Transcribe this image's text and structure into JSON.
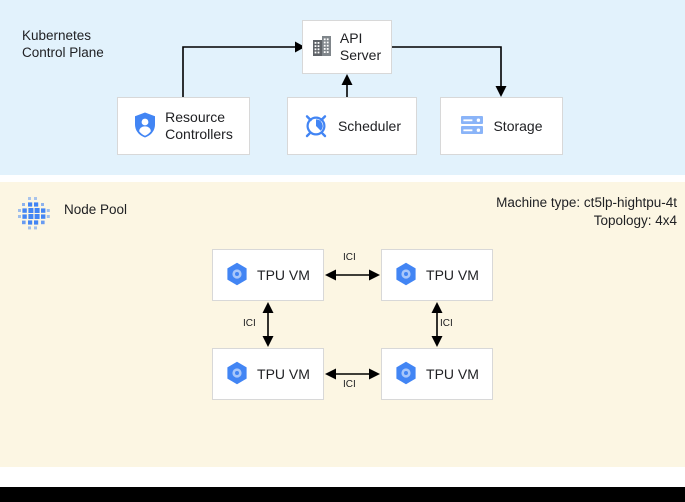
{
  "control_plane": {
    "title": "Kubernetes\nControl Plane",
    "background_color": "#e2f2fc",
    "nodes": [
      {
        "id": "api-server",
        "label": "API\nServer",
        "icon": "building-icon"
      },
      {
        "id": "resource-controllers",
        "label": "Resource\nControllers",
        "icon": "shield-person-icon"
      },
      {
        "id": "scheduler",
        "label": "Scheduler",
        "icon": "alarm-clock-icon"
      },
      {
        "id": "storage",
        "label": "Storage",
        "icon": "database-server-icon"
      }
    ],
    "connections": [
      {
        "from": "resource-controllers",
        "to": "api-server",
        "direction": "to"
      },
      {
        "from": "scheduler",
        "to": "api-server",
        "direction": "to"
      },
      {
        "from": "api-server",
        "to": "storage",
        "direction": "to"
      }
    ]
  },
  "node_pool": {
    "label": "Node Pool",
    "icon": "dot-cluster-icon",
    "background_color": "#fcf6e3",
    "machine_type_line": "Machine type: ct5lp-hightpu-4t",
    "topology_line": "Topology: 4x4",
    "vms": [
      {
        "id": "tpu-vm-1",
        "label": "TPU VM",
        "icon": "tpu-hexagon-icon"
      },
      {
        "id": "tpu-vm-2",
        "label": "TPU VM",
        "icon": "tpu-hexagon-icon"
      },
      {
        "id": "tpu-vm-3",
        "label": "TPU VM",
        "icon": "tpu-hexagon-icon"
      },
      {
        "id": "tpu-vm-4",
        "label": "TPU VM",
        "icon": "tpu-hexagon-icon"
      }
    ],
    "links": [
      {
        "id": "ici-top",
        "label": "ICI",
        "between": [
          "tpu-vm-1",
          "tpu-vm-2"
        ],
        "orientation": "horizontal"
      },
      {
        "id": "ici-bottom",
        "label": "ICI",
        "between": [
          "tpu-vm-3",
          "tpu-vm-4"
        ],
        "orientation": "horizontal"
      },
      {
        "id": "ici-left",
        "label": "ICI",
        "between": [
          "tpu-vm-1",
          "tpu-vm-3"
        ],
        "orientation": "vertical"
      },
      {
        "id": "ici-right",
        "label": "ICI",
        "between": [
          "tpu-vm-2",
          "tpu-vm-4"
        ],
        "orientation": "vertical"
      }
    ]
  },
  "colors": {
    "accent_blue": "#4285f4",
    "icon_blue_light": "#8ab4f8",
    "panel_blue": "#e2f2fc",
    "panel_cream": "#fcf6e3",
    "box_white": "#ffffff",
    "box_border": "#d8d8d8",
    "connector": "#000000",
    "text": "#202124",
    "bottom_bar": "#000000"
  }
}
